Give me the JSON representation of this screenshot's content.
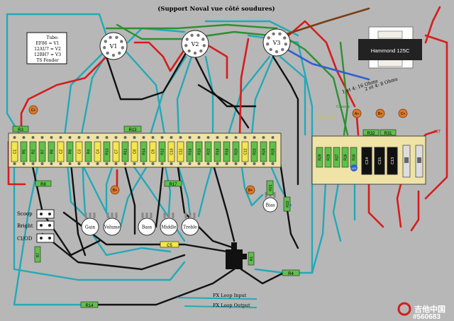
{
  "header": {
    "title": "(Support Noval vue côté soudures)"
  },
  "legend": {
    "title": "Tube:",
    "lines": [
      "EF86 = V1",
      "12AU7 = V2",
      "12BH7 = V3",
      "TS Fender"
    ]
  },
  "transformer": {
    "name": "Hammond 125C",
    "impedance_1": "1 et 4: 16 Ohms",
    "impedance_2": "2 et 4: 8 Ohms"
  },
  "tubes": [
    "V1",
    "V2",
    "V3"
  ],
  "main_board": {
    "top_resistors": [
      "R3",
      "R13"
    ],
    "components": [
      "C1",
      "R5",
      "R2",
      "R7",
      "R6",
      "C2",
      "R9",
      "C3",
      "R4",
      "C4",
      "R10",
      "C7",
      "R11",
      "C8",
      "R14",
      "C9",
      "R12",
      "C10",
      "C11",
      "R16",
      "R15",
      "R22",
      "R19",
      "R18",
      "R20",
      "C12",
      "R23",
      "R24",
      "R25"
    ],
    "bottom_resistors": [
      "R8",
      "R17"
    ]
  },
  "right_board": {
    "top_resistors": [
      "R32",
      "R31"
    ],
    "components": [
      "R29",
      "R28",
      "R27",
      "R26",
      "R30",
      "C14",
      "C15",
      "C13"
    ],
    "volt_labels": [
      "6.3V",
      "6.3V"
    ],
    "chassis_label": "Chassis",
    "led_label": "LED"
  },
  "supply_nodes": [
    "C+",
    "A+",
    "B+",
    "C+",
    "B+",
    "B+"
  ],
  "hv_label": "HT",
  "controls": [
    "Gain",
    "Volume",
    "Bass",
    "Middle",
    "Treble",
    "Bias"
  ],
  "switches": [
    "Scoop",
    "Bright",
    "Cl/OD"
  ],
  "misc_parts": {
    "c5": "C5",
    "r1": "R1",
    "r21": "R21",
    "r7": "R7",
    "r4": "R4",
    "r14": "R14"
  },
  "fx_loop": {
    "input": "FX Loop Input",
    "output": "FX Loop Output"
  },
  "watermark": {
    "brand": "吉他中国",
    "id": "#560683"
  },
  "colors": {
    "background": "#b7b7b7",
    "board": "#efe3a6",
    "wire_black": "#111111",
    "wire_teal": "#23a9b7",
    "wire_red": "#d71c1c",
    "wire_green": "#2f8f2f",
    "wire_brown": "#7a3d14",
    "wire_blue": "#2f5fd0",
    "node_orange": "#d9782a",
    "resistor_green": "#5fc14a",
    "capacitor_yellow": "#f4e64b"
  }
}
